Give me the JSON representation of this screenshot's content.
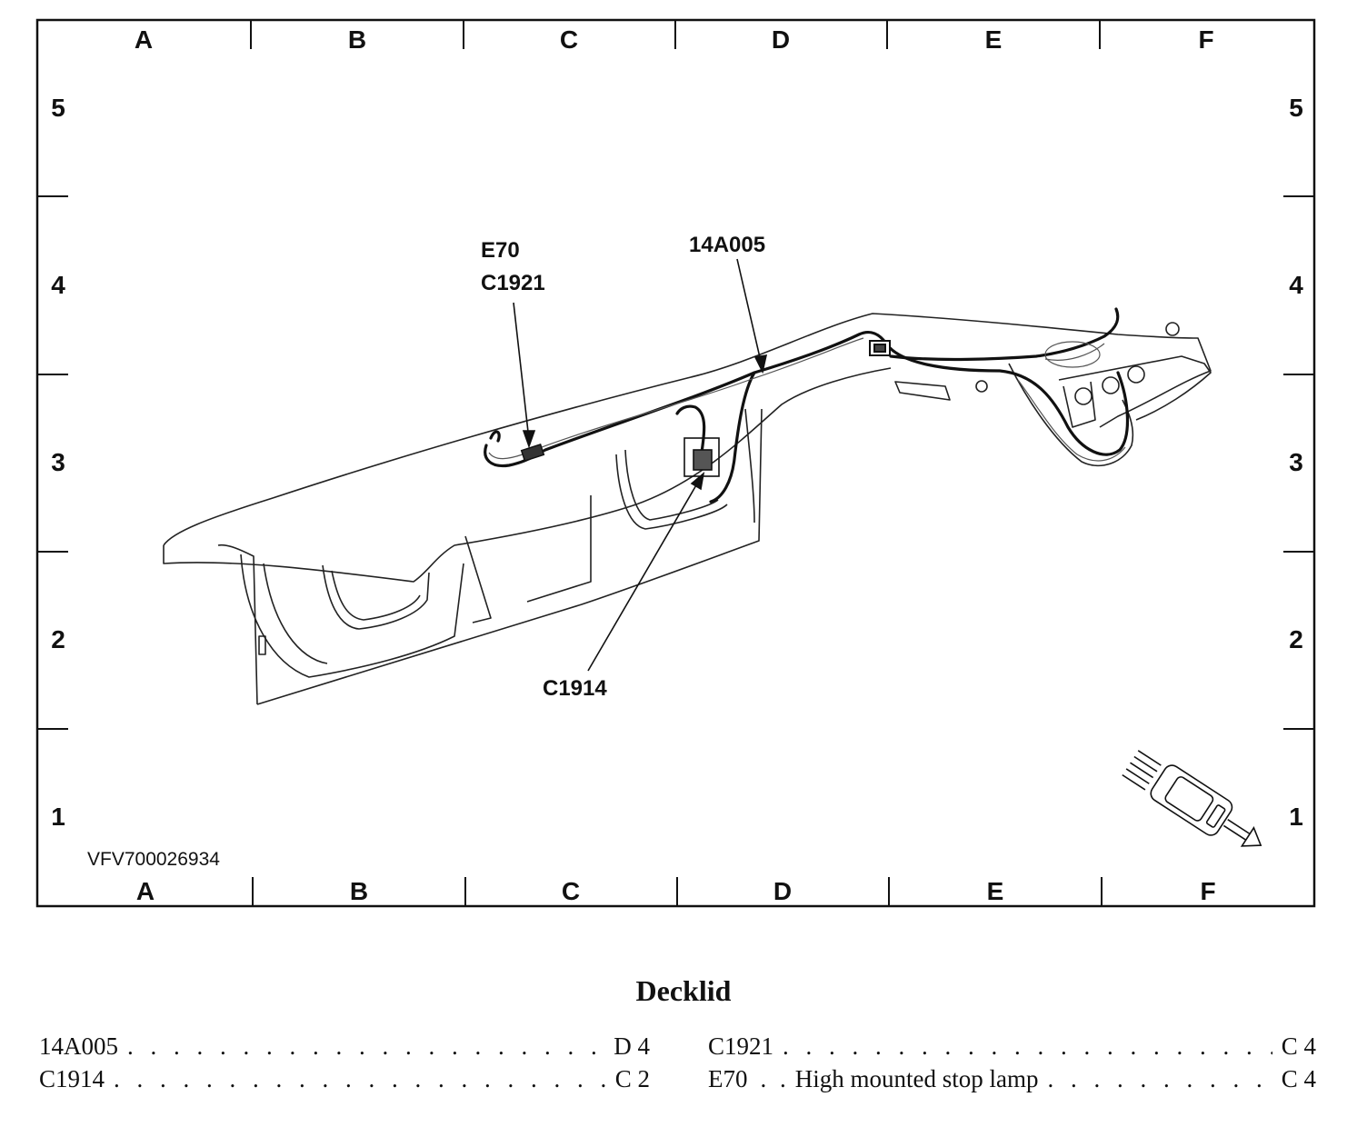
{
  "figure_id": "VFV700026934",
  "grid": {
    "columns": [
      "A",
      "B",
      "C",
      "D",
      "E",
      "F"
    ],
    "rows": [
      "5",
      "4",
      "3",
      "2",
      "1"
    ]
  },
  "callouts": {
    "e70": "E70",
    "c1921": "C1921",
    "h14a005": "14A005",
    "c1914": "C1914"
  },
  "title": "Decklid",
  "legend": [
    {
      "code": "14A005",
      "desc": "",
      "loc": "D 4"
    },
    {
      "code": "C1914",
      "desc": "",
      "loc": "C 2"
    },
    {
      "code": "C1921",
      "desc": "",
      "loc": "C 4"
    },
    {
      "code": "E70",
      "desc": "High mounted stop lamp",
      "loc": "C 4"
    }
  ]
}
